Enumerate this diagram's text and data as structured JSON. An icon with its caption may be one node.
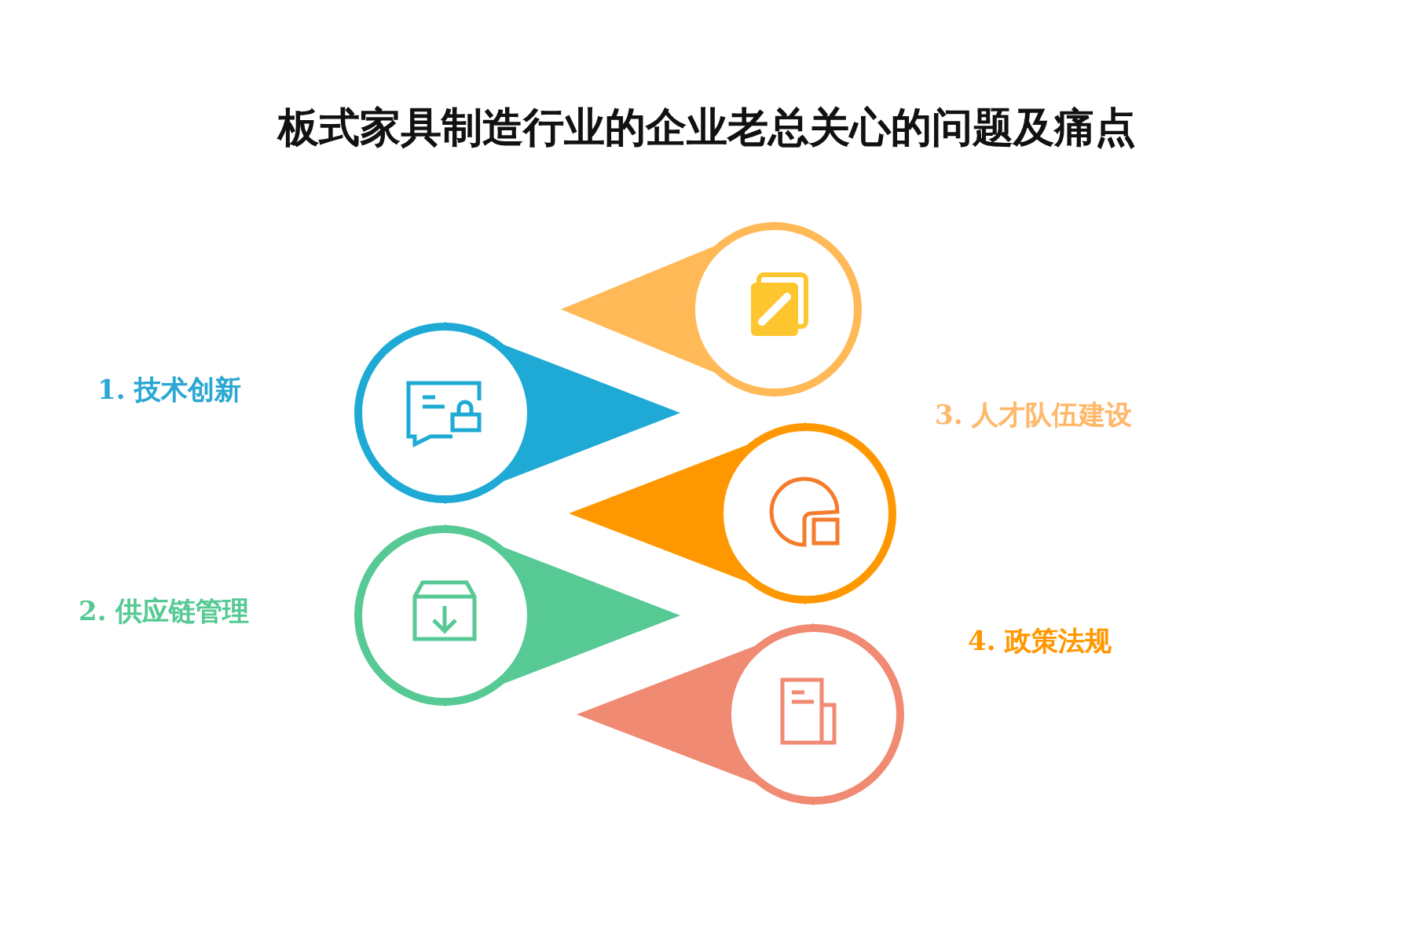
{
  "diagram": {
    "title": "板式家具制造行业的企业老总关心的问题及痛点",
    "labels": [
      "1. 技术创新",
      "3. 人才队伍建设",
      "2. 供应链管理",
      "4. 政策法规"
    ]
  }
}
